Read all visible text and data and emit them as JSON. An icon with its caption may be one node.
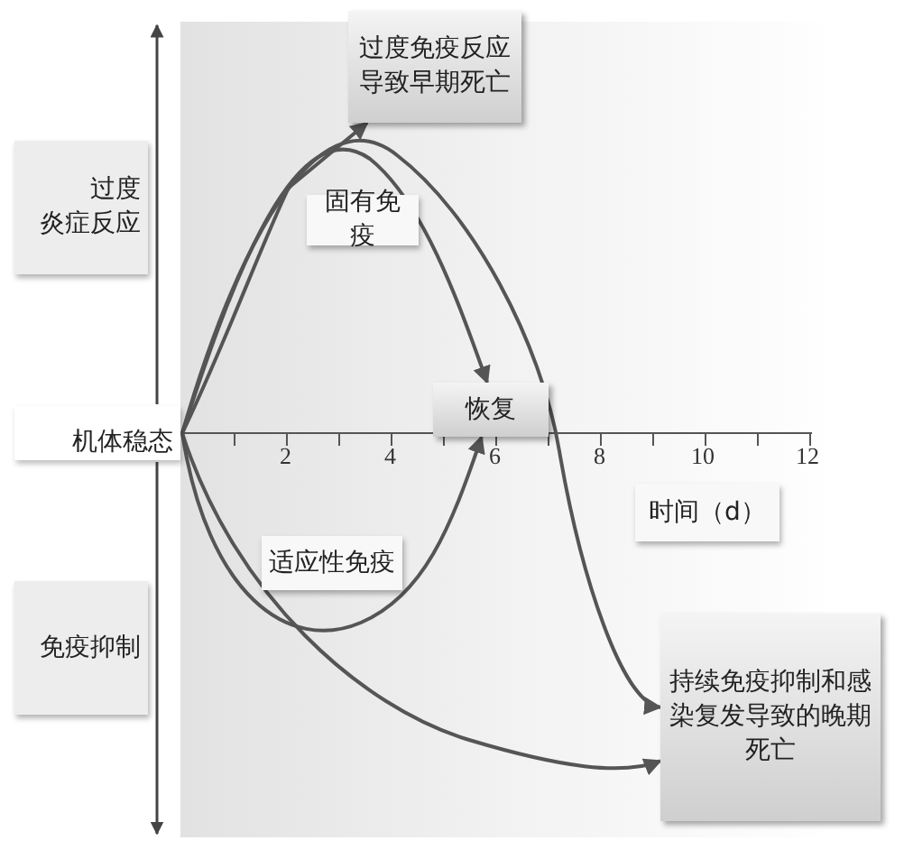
{
  "diagram": {
    "nodes": [
      {
        "text": [
          "过度免疫反应导致早期死亡"
        ]
      },
      {
        "text": [
          "过度",
          "炎症反应"
        ]
      },
      {
        "text": [
          "固有免疫"
        ]
      },
      {
        "text": [
          "机体稳态"
        ]
      },
      {
        "text": [
          "恢复"
        ]
      },
      {
        "text": [
          "时间（d）"
        ]
      },
      {
        "text": [
          "适应性免疫"
        ]
      },
      {
        "text": [
          "免疫抑制"
        ]
      },
      {
        "text": [
          "持续免疫抑制和感染复发导致的晚期死亡"
        ]
      }
    ],
    "edges": [
      {
        "from": 3,
        "to": 0,
        "arrow": "to"
      },
      {
        "from": 3,
        "to": 4,
        "arrow": "to"
      },
      {
        "from": 3,
        "to": 8,
        "arrow": "to"
      },
      {
        "from": 3,
        "to": 4,
        "arrow": "to"
      },
      {
        "from": 3,
        "to": 8,
        "arrow": "to"
      }
    ],
    "labels": [
      "2",
      "4",
      "6",
      "8",
      "10",
      "12"
    ]
  }
}
